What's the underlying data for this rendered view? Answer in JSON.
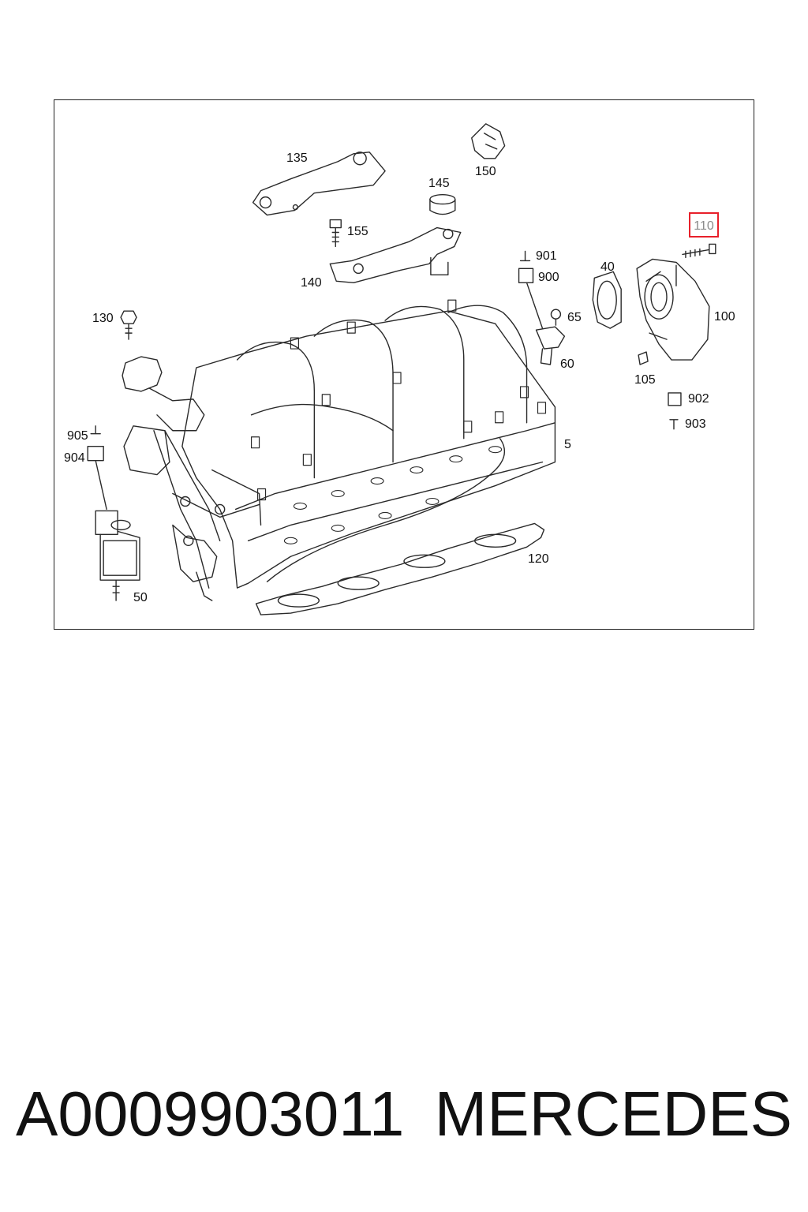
{
  "diagram": {
    "callouts": {
      "c5": "5",
      "c40": "40",
      "c50": "50",
      "c60": "60",
      "c65": "65",
      "c100": "100",
      "c105": "105",
      "c110": "110",
      "c120": "120",
      "c130": "130",
      "c135": "135",
      "c140": "140",
      "c145": "145",
      "c150": "150",
      "c155": "155",
      "c900": "900",
      "c901": "901",
      "c902": "902",
      "c903": "903",
      "c904": "904",
      "c905": "905"
    },
    "highlighted_callout": "110",
    "highlight_color": "#e8202a"
  },
  "footer": {
    "part_number": "A0009903011",
    "brand": "MERCEDES"
  }
}
